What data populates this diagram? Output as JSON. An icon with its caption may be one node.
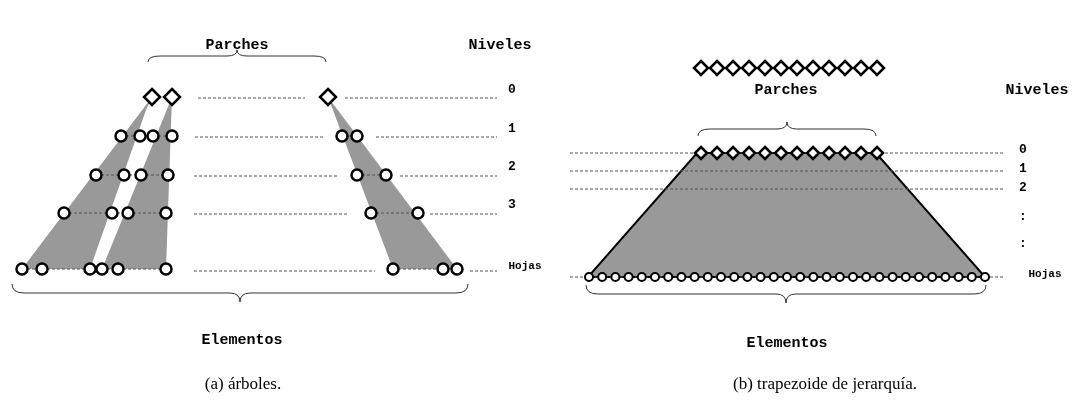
{
  "diagram": {
    "labels": [
      "Parches",
      "Niveles",
      "0",
      "1",
      "2",
      "3",
      "Hojas",
      "Elementos",
      "(a) árboles.",
      "Parches",
      "Niveles",
      "0",
      "1",
      "2",
      ":",
      ":",
      "Hojas",
      "Elementos",
      "(b) trapezoide de jerarquía."
    ]
  }
}
